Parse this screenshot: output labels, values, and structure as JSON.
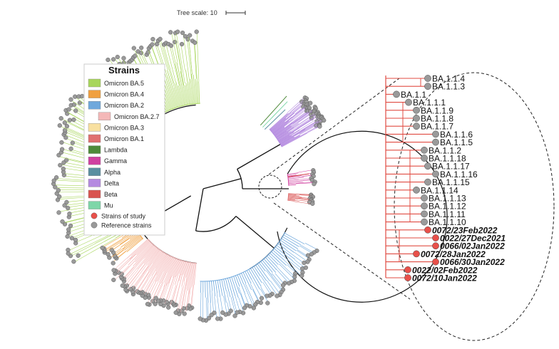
{
  "tree_scale": {
    "label": "Tree scale: 10"
  },
  "legend": {
    "title": "Strains",
    "items": [
      {
        "label": "Omicron BA.5",
        "color": "#a8d65c"
      },
      {
        "label": "Omicron BA.4",
        "color": "#f0a040"
      },
      {
        "label": "Omicron BA.2",
        "color": "#6fa8dc"
      },
      {
        "label": "Omicron BA.2.7",
        "color": "#f4b8b8"
      },
      {
        "label": "Omicron BA.3",
        "color": "#f8e0a0"
      },
      {
        "label": "Omicron BA.1",
        "color": "#e07070"
      },
      {
        "label": "Lambda",
        "color": "#4e8a3a"
      },
      {
        "label": "Gamma",
        "color": "#d040a0"
      },
      {
        "label": "Alpha",
        "color": "#5a8fa0"
      },
      {
        "label": "Delta",
        "color": "#b48ae0"
      },
      {
        "label": "Beta",
        "color": "#d9534f"
      },
      {
        "label": "Mu",
        "color": "#7ed6a8"
      }
    ],
    "markers": [
      {
        "label": "Strains of study",
        "color": "#e8504a"
      },
      {
        "label": "Reference strains",
        "color": "#999999"
      }
    ]
  },
  "zoom_tips": [
    {
      "label": "BA.1.1.4",
      "type": "reference"
    },
    {
      "label": "BA.1.1.3",
      "type": "reference"
    },
    {
      "label": "BA.1.1",
      "type": "reference"
    },
    {
      "label": "BA.1.1.1",
      "type": "reference"
    },
    {
      "label": "BA.1.1.9",
      "type": "reference"
    },
    {
      "label": "BA.1.1.8",
      "type": "reference"
    },
    {
      "label": "BA.1.1.7",
      "type": "reference"
    },
    {
      "label": "BA.1.1.6",
      "type": "reference"
    },
    {
      "label": "BA.1.1.5",
      "type": "reference"
    },
    {
      "label": "BA.1.1.2",
      "type": "reference"
    },
    {
      "label": "BA.1.1.18",
      "type": "reference"
    },
    {
      "label": "BA.1.1.17",
      "type": "reference"
    },
    {
      "label": "BA.1.1.16",
      "type": "reference"
    },
    {
      "label": "BA.1.1.15",
      "type": "reference"
    },
    {
      "label": "BA.1.1.14",
      "type": "reference"
    },
    {
      "label": "BA.1.1.13",
      "type": "reference"
    },
    {
      "label": "BA.1.1.12",
      "type": "reference"
    },
    {
      "label": "BA.1.1.11",
      "type": "reference"
    },
    {
      "label": "BA.1.1.10",
      "type": "reference"
    },
    {
      "label": "0072/23Feb2022",
      "type": "study"
    },
    {
      "label": "0022/27Dec2021",
      "type": "study"
    },
    {
      "label": "0066/02Jan2022",
      "type": "study"
    },
    {
      "label": "0072/28Jan2022",
      "type": "study"
    },
    {
      "label": "0066/30Jan2022",
      "type": "study"
    },
    {
      "label": "0022/02Feb2022",
      "type": "study"
    },
    {
      "label": "0072/10Jan2022",
      "type": "study"
    }
  ]
}
